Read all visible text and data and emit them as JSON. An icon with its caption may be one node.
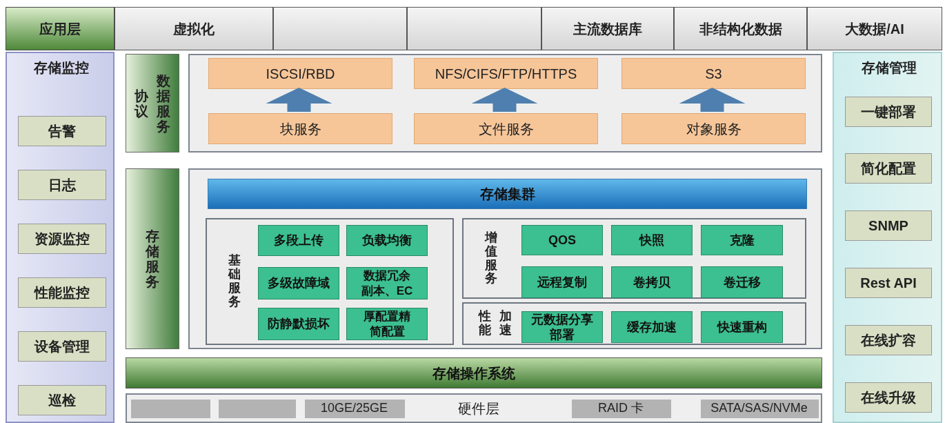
{
  "diagram": {
    "nodes": [
      {
        "text": [
          "应用层"
        ]
      },
      {
        "text": [
          "虚拟化"
        ]
      },
      {
        "text": [],
        "shape": "box"
      },
      {
        "text": [],
        "shape": "box"
      },
      {
        "text": [
          "主流数据库"
        ]
      },
      {
        "text": [
          "非结构化数据"
        ]
      },
      {
        "text": [
          "大数据/AI"
        ]
      },
      {
        "text": [
          "存储监控"
        ]
      },
      {
        "text": [
          "告警"
        ],
        "in": 7
      },
      {
        "text": [
          "日志"
        ],
        "in": 7
      },
      {
        "text": [
          "资源监控"
        ],
        "in": 7
      },
      {
        "text": [
          "性能监控"
        ],
        "in": 7
      },
      {
        "text": [
          "设备管理"
        ],
        "in": 7
      },
      {
        "text": [
          "巡检"
        ],
        "in": 7
      },
      {
        "text": [
          "协议",
          "数据服务"
        ]
      },
      {
        "text": [],
        "shape": "box"
      },
      {
        "text": [
          "ISCSI/RBD"
        ],
        "in": 15
      },
      {
        "text": [
          "NFS/CIFS/FTP/HTTPS"
        ],
        "in": 15
      },
      {
        "text": [
          "S3"
        ],
        "in": 15
      },
      {
        "text": [
          "块服务"
        ],
        "in": 15
      },
      {
        "text": [
          "文件服务"
        ],
        "in": 15
      },
      {
        "text": [
          "对象服务"
        ],
        "in": 15
      },
      {
        "text": [
          "存储服务"
        ]
      },
      {
        "text": [],
        "shape": "box"
      },
      {
        "text": [
          "存储集群"
        ],
        "in": 23
      },
      {
        "text": [
          "基础服务"
        ],
        "in": 23
      },
      {
        "text": [
          "多段上传"
        ],
        "in": 25
      },
      {
        "text": [
          "负载均衡"
        ],
        "in": 25
      },
      {
        "text": [
          "多级故障域"
        ],
        "in": 25
      },
      {
        "text": [
          "数据冗余副本、EC"
        ],
        "in": 25
      },
      {
        "text": [
          "防静默损坏"
        ],
        "in": 25
      },
      {
        "text": [
          "厚配置精简配置"
        ],
        "in": 25
      },
      {
        "text": [
          "增值服务"
        ],
        "in": 23
      },
      {
        "text": [
          "QOS"
        ],
        "in": 32
      },
      {
        "text": [
          "快照"
        ],
        "in": 32
      },
      {
        "text": [
          "克隆"
        ],
        "in": 32
      },
      {
        "text": [
          "远程复制"
        ],
        "in": 32
      },
      {
        "text": [
          "卷拷贝"
        ],
        "in": 32
      },
      {
        "text": [
          "卷迁移"
        ],
        "in": 32
      },
      {
        "text": [
          "性能",
          "加速"
        ],
        "in": 23
      },
      {
        "text": [
          "元数据分享部署"
        ],
        "in": 39
      },
      {
        "text": [
          "缓存加速"
        ],
        "in": 39
      },
      {
        "text": [
          "快速重构"
        ],
        "in": 39
      },
      {
        "text": [
          "存储操作系统"
        ]
      },
      {
        "text": [
          "硬件层"
        ]
      },
      {
        "text": [],
        "shape": "box",
        "in": 44
      },
      {
        "text": [],
        "shape": "box",
        "in": 44
      },
      {
        "text": [
          "10GE/25GE"
        ],
        "in": 44
      },
      {
        "text": [
          "RAID 卡"
        ],
        "in": 44
      },
      {
        "text": [
          "SATA/SAS/NVMe"
        ],
        "in": 44
      },
      {
        "text": [
          "存储管理"
        ]
      },
      {
        "text": [
          "一键部署"
        ],
        "in": 50
      },
      {
        "text": [
          "简化配置"
        ],
        "in": 50
      },
      {
        "text": [
          "SNMP"
        ],
        "in": 50
      },
      {
        "text": [
          "Rest API"
        ],
        "in": 50
      },
      {
        "text": [
          "在线扩容"
        ],
        "in": 50
      },
      {
        "text": [
          "在线升级"
        ],
        "in": 50
      }
    ],
    "edges": [
      {
        "from": 19,
        "to": 16,
        "arrow": "to"
      },
      {
        "from": 20,
        "to": 17,
        "arrow": "to"
      },
      {
        "from": 21,
        "to": 18,
        "arrow": "to"
      }
    ]
  }
}
